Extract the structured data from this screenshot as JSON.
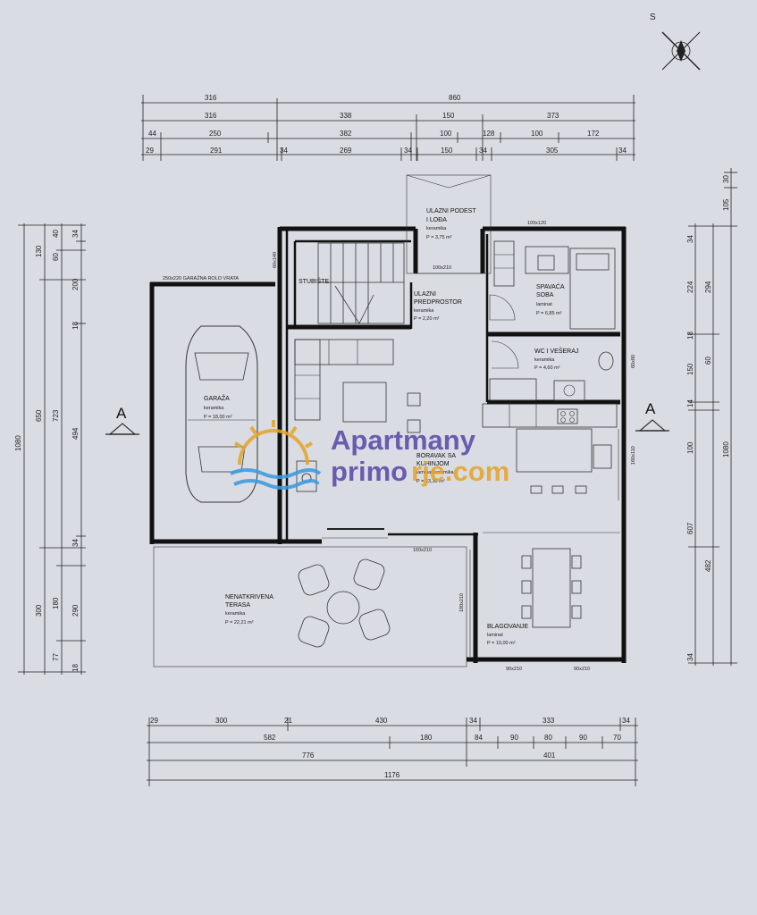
{
  "compass": {
    "label": "S"
  },
  "section_marks": {
    "left": "A",
    "right": "A"
  },
  "dims_top": {
    "row1": [
      "316",
      "860"
    ],
    "row2": [
      "316",
      "338",
      "150",
      "373"
    ],
    "row3": [
      "44",
      "250",
      "382",
      "100",
      "128",
      "100",
      "172"
    ],
    "row4": [
      "29",
      "291",
      "34",
      "269",
      "34",
      "150",
      "34",
      "305",
      "34"
    ]
  },
  "dims_bottom": {
    "row1": [
      "29",
      "300",
      "21",
      "430",
      "34",
      "333",
      "34"
    ],
    "row2": [
      "582",
      "180",
      "84",
      "90",
      "80",
      "90",
      "70"
    ],
    "row3": [
      "776",
      "401"
    ],
    "row4": [
      "1176"
    ]
  },
  "dims_left": {
    "outer": "1080",
    "col2": [
      "130",
      "650",
      "300"
    ],
    "col3": [
      "60",
      "723",
      "180",
      "77"
    ],
    "col4": [
      "40",
      "200",
      "494",
      "290"
    ],
    "col5": [
      "34",
      "18",
      "34",
      "18"
    ]
  },
  "dims_right": {
    "col1": [
      "34",
      "224",
      "18",
      "150",
      "14",
      "100",
      "607",
      "34"
    ],
    "col2": [
      "294",
      "60",
      "482"
    ],
    "col3": [
      "30",
      "105",
      "1080"
    ]
  },
  "openings": {
    "garage_door": "250x220 GARAŽNA ROLO VRATA",
    "window_top": "100x120",
    "entry_door": "100x210",
    "stair_window": "60x140",
    "bath_window": "60x80",
    "kitchen_window": "160x110",
    "terrace_door": "160x210",
    "dining_door_left": "180x210",
    "dining_win_1": "90x210",
    "dining_win_2": "90x210"
  },
  "rooms": {
    "garage": {
      "name": "GARAŽA",
      "floor": "keramika",
      "area": "P = 18,00 m²"
    },
    "stairs": {
      "name": "STUBIŠTE"
    },
    "entry_landing": {
      "name1": "ULAZNI PODEST",
      "name2": "I LOĐA",
      "floor": "keramika",
      "area": "P = 3,75 m²"
    },
    "hall": {
      "name1": "ULAZNI",
      "name2": "PREDPROSTOR",
      "floor": "keramika",
      "area": "P = 2,20 m²"
    },
    "bedroom": {
      "name1": "SPAVAĆA",
      "name2": "SOBA",
      "floor": "laminat",
      "area": "P = 6,85 m²"
    },
    "wc": {
      "name": "WC I VEŠERAJ",
      "floor": "keramika",
      "area": "P = 4,60 m²"
    },
    "living": {
      "name1": "BORAVAK SA",
      "name2": "KUHINJOM",
      "floor": "laminat/keramika",
      "area": "P = 33,30 m²"
    },
    "terrace": {
      "name1": "NENATKRIVENA",
      "name2": "TERASA",
      "floor": "keramika",
      "area": "P = 22,21 m²"
    },
    "dining": {
      "name": "BLAGOVANJE",
      "floor": "laminat",
      "area": "P = 10,00 m²"
    }
  },
  "watermark": {
    "line1": "Apartmany",
    "line2": "primo",
    "line3": "rje.com"
  },
  "colors": {
    "paper": "#d9dce2",
    "ink": "#111111",
    "watermark_purple": "#5b4aa8",
    "watermark_orange": "#e5a52a",
    "watermark_blue": "#3d9be0"
  }
}
